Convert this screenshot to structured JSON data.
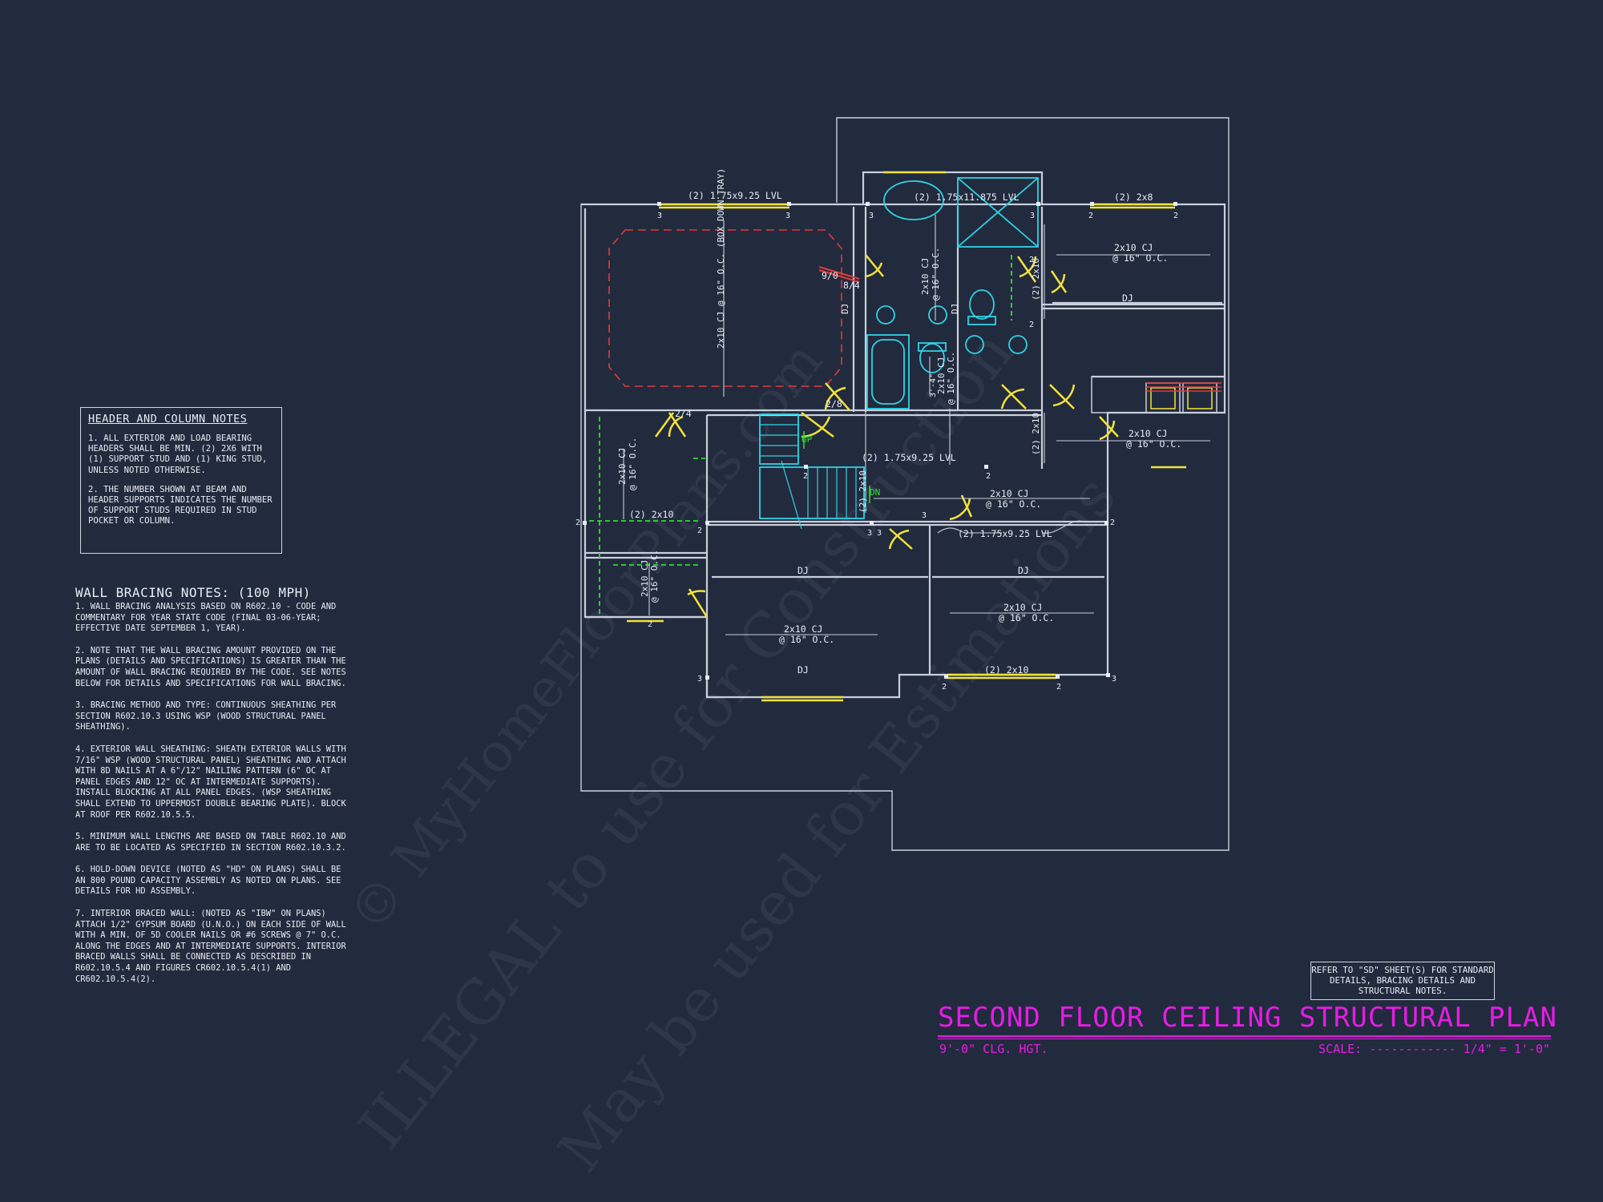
{
  "header_notes": {
    "title": "HEADER AND COLUMN NOTES",
    "items": [
      "1. ALL EXTERIOR AND LOAD BEARING HEADERS SHALL BE MIN. (2) 2x6 WITH (1) SUPPORT STUD AND (1) KING STUD, UNLESS NOTED OTHERWISE.",
      "2. THE NUMBER SHOWN AT BEAM AND HEADER SUPPORTS INDICATES THE NUMBER OF SUPPORT STUDS REQUIRED IN STUD POCKET OR COLUMN."
    ]
  },
  "bracing_notes": {
    "title": "WALL BRACING NOTES: (100 MPH)",
    "items": [
      "1. WALL BRACING ANALYSIS BASED ON R602.10 - CODE AND COMMENTARY FOR YEAR STATE CODE (FINAL 03-06-YEAR; EFFECTIVE DATE SEPTEMBER 1, YEAR).",
      "2. NOTE THAT THE WALL BRACING AMOUNT PROVIDED ON THE PLANS (DETAILS AND SPECIFICATIONS) IS GREATER THAN THE AMOUNT OF WALL BRACING REQUIRED BY THE CODE. SEE NOTES BELOW FOR DETAILS AND SPECIFICATIONS FOR WALL BRACING.",
      "3. BRACING METHOD AND TYPE: CONTINUOUS SHEATHING PER SECTION R602.10.3 USING WSP (WOOD STRUCTURAL PANEL SHEATHING).",
      "4. EXTERIOR WALL SHEATHING: SHEATH EXTERIOR WALLS WITH 7/16\" WSP (WOOD STRUCTURAL PANEL) SHEATHING AND ATTACH WITH 8d NAILS AT A 6\"/12\" NAILING PATTERN (6\" OC AT PANEL EDGES AND 12\" OC AT INTERMEDIATE SUPPORTS). INSTALL BLOCKING AT ALL PANEL EDGES. (WSP SHEATHING SHALL EXTEND TO UPPERMOST DOUBLE BEARING PLATE). BLOCK AT ROOF PER R602.10.5.5.",
      "5. MINIMUM WALL LENGTHS ARE BASED ON TABLE R602.10 AND ARE TO BE LOCATED AS SPECIFIED IN SECTION R602.10.3.2.",
      "6. HOLD-DOWN DEVICE (NOTED AS \"HD\" ON PLANS) SHALL BE AN 800 POUND CAPACITY ASSEMBLY AS NOTED ON PLANS. SEE DETAILS FOR HD ASSEMBLY.",
      "7. INTERIOR BRACED WALL: (NOTED AS \"IBW\" ON PLANS) ATTACH 1/2\" GYPSUM BOARD (U.N.O.) ON EACH SIDE OF WALL WITH A MIN. OF 5d COOLER NAILS OR #6 SCREWS @ 7\" O.C. ALONG THE EDGES AND AT INTERMEDIATE SUPPORTS. INTERIOR BRACED WALLS SHALL BE CONNECTED AS DESCRIBED IN R602.10.5.4 AND FIGURES CR602.10.5.4(1) AND CR602.10.5.4(2)."
    ]
  },
  "reference_note": "REFER TO \"SD\" SHEET(S) FOR STANDARD DETAILS, BRACING DETAILS AND STRUCTURAL NOTES.",
  "title_block": {
    "title": "SECOND FLOOR CEILING STRUCTURAL PLAN",
    "ceiling_height": "9'-0\" CLG. HGT.",
    "scale": "SCALE: ------------ 1/4\" = 1'-0\""
  },
  "watermarks": [
    "© MyHomeFloorPlans.com",
    "ILLEGAL to use for Construction",
    "May be used for Estimations"
  ],
  "plan_labels": {
    "lvl_1": "(2) 1.75x9.25 LVL",
    "lvl_2": "(2) 1.75x11.875 LVL",
    "lvl_3": "(2) 1.75x9.25 LVL",
    "lvl_4": "(2) 1.75x9.25 LVL",
    "hdr_2x8": "(2) 2x8",
    "hdr_2x10_a": "(2) 2x10",
    "hdr_2x10_b": "(2) 2x10",
    "hdr_2x10_c": "(2) 2x10",
    "hdr_2x10_d": "(2) 2x10",
    "hdr_2x10_e": "(2) 2x10",
    "hdr_2x10_f": "(2) 2x10",
    "cj": "2x10 CJ",
    "oc": "@ 16\" O.C.",
    "box_down": "2x10 CJ @ 16\" O.C. (BOX DOWN TRAY)",
    "dj": "DJ",
    "door_9_0": "9/0",
    "door_8_4": "8/4",
    "door_2_4": "2/4",
    "door_2_8": "2/8",
    "dim_3_4": "3'-4\"",
    "stair_up": "UP",
    "stair_dn": "DN",
    "stud_2": "2",
    "stud_3": "3"
  }
}
